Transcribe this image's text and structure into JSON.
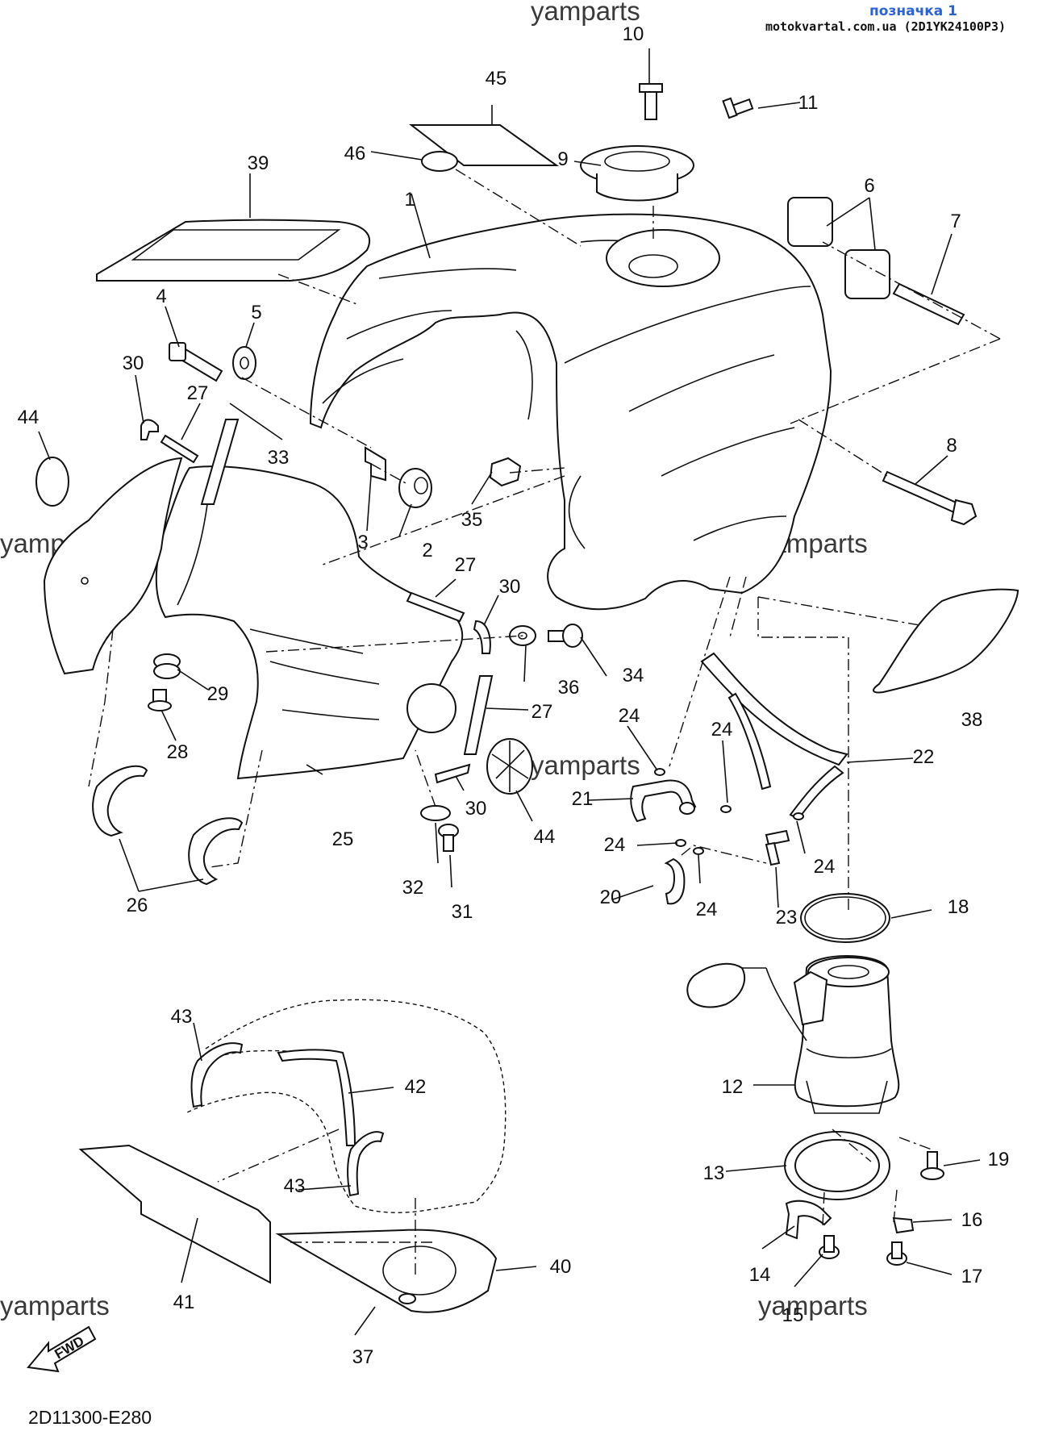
{
  "header": {
    "link_text": "позначка 1",
    "site_text": "motokvartal.com.ua (2D1YK24100P3)"
  },
  "watermark": "yamparts",
  "diagram_code": "2D11300-E280",
  "fwd_label": "FWD",
  "callouts": [
    {
      "id": "c1",
      "label": "1"
    },
    {
      "id": "c2",
      "label": "2"
    },
    {
      "id": "c3",
      "label": "3"
    },
    {
      "id": "c4",
      "label": "4"
    },
    {
      "id": "c5",
      "label": "5"
    },
    {
      "id": "c6",
      "label": "6"
    },
    {
      "id": "c7",
      "label": "7"
    },
    {
      "id": "c8",
      "label": "8"
    },
    {
      "id": "c9",
      "label": "9"
    },
    {
      "id": "c10",
      "label": "10"
    },
    {
      "id": "c11",
      "label": "11"
    },
    {
      "id": "c12",
      "label": "12"
    },
    {
      "id": "c13",
      "label": "13"
    },
    {
      "id": "c14",
      "label": "14"
    },
    {
      "id": "c15",
      "label": "15"
    },
    {
      "id": "c16",
      "label": "16"
    },
    {
      "id": "c17",
      "label": "17"
    },
    {
      "id": "c18",
      "label": "18"
    },
    {
      "id": "c19",
      "label": "19"
    },
    {
      "id": "c20",
      "label": "20"
    },
    {
      "id": "c21",
      "label": "21"
    },
    {
      "id": "c22",
      "label": "22"
    },
    {
      "id": "c23",
      "label": "23"
    },
    {
      "id": "c24a",
      "label": "24"
    },
    {
      "id": "c24b",
      "label": "24"
    },
    {
      "id": "c24c",
      "label": "24"
    },
    {
      "id": "c24d",
      "label": "24"
    },
    {
      "id": "c24e",
      "label": "24"
    },
    {
      "id": "c25",
      "label": "25"
    },
    {
      "id": "c26",
      "label": "26"
    },
    {
      "id": "c27a",
      "label": "27"
    },
    {
      "id": "c27b",
      "label": "27"
    },
    {
      "id": "c27c",
      "label": "27"
    },
    {
      "id": "c28",
      "label": "28"
    },
    {
      "id": "c29",
      "label": "29"
    },
    {
      "id": "c30a",
      "label": "30"
    },
    {
      "id": "c30b",
      "label": "30"
    },
    {
      "id": "c30c",
      "label": "30"
    },
    {
      "id": "c31",
      "label": "31"
    },
    {
      "id": "c32",
      "label": "32"
    },
    {
      "id": "c33",
      "label": "33"
    },
    {
      "id": "c34",
      "label": "34"
    },
    {
      "id": "c35",
      "label": "35"
    },
    {
      "id": "c36",
      "label": "36"
    },
    {
      "id": "c37",
      "label": "37"
    },
    {
      "id": "c38",
      "label": "38"
    },
    {
      "id": "c39",
      "label": "39"
    },
    {
      "id": "c40",
      "label": "40"
    },
    {
      "id": "c41",
      "label": "41"
    },
    {
      "id": "c42",
      "label": "42"
    },
    {
      "id": "c43a",
      "label": "43"
    },
    {
      "id": "c43b",
      "label": "43"
    },
    {
      "id": "c44a",
      "label": "44"
    },
    {
      "id": "c44b",
      "label": "44"
    },
    {
      "id": "c45",
      "label": "45"
    },
    {
      "id": "c46",
      "label": "46"
    }
  ]
}
